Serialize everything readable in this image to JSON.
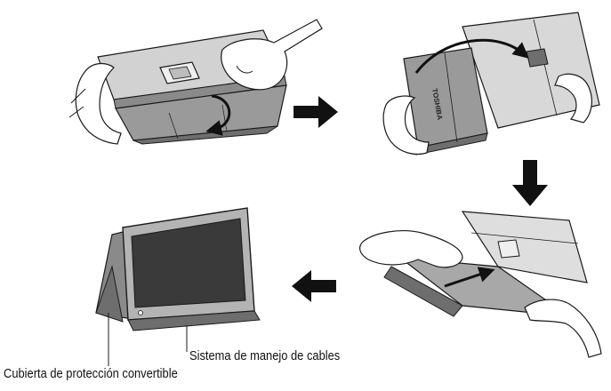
{
  "figure": {
    "brand_text": "TOSHIBA",
    "callouts": {
      "cover": "Cubierta de protección convertible",
      "cables": "Sistema de manejo de cables"
    },
    "colors": {
      "ink": "#1a1a1a",
      "case_gray": "#9a9a9a",
      "case_dark": "#6e6e6e",
      "screen": "#3a3a3a",
      "arrow": "#111111"
    },
    "arrows": [
      "right-arrow",
      "down-arrow",
      "left-arrow"
    ]
  }
}
